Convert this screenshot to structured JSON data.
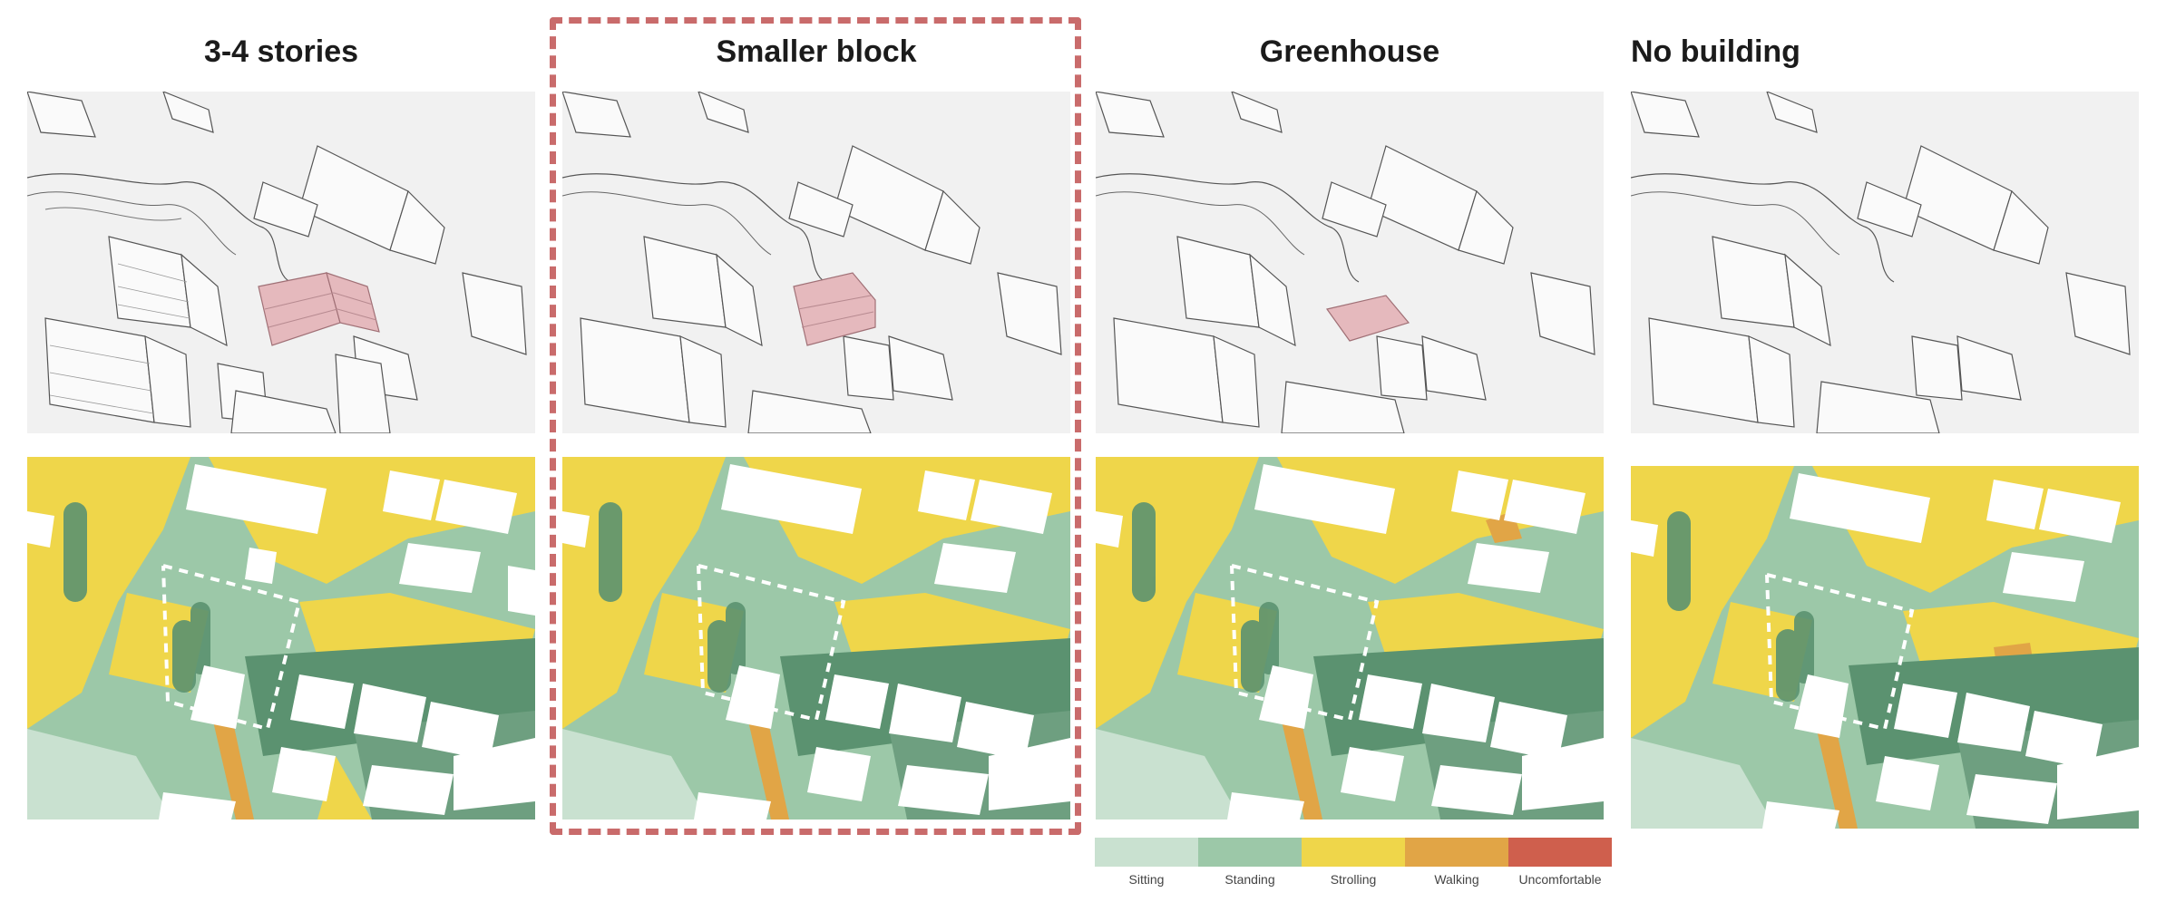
{
  "panels": [
    {
      "title": "3-4 stories"
    },
    {
      "title": "Smaller block"
    },
    {
      "title": "Greenhouse"
    },
    {
      "title": "No building"
    }
  ],
  "legend": [
    {
      "label": "Sitting",
      "color": "#c9e1d0"
    },
    {
      "label": "Standing",
      "color": "#9cc8a8"
    },
    {
      "label": "Strolling",
      "color": "#efd64a"
    },
    {
      "label": "Walking",
      "color": "#e1a546"
    },
    {
      "label": "Uncomfortable",
      "color": "#cf5f4d"
    }
  ],
  "colors": {
    "highlight_border": "#c96b6b",
    "proposed_building": "#e5b9bd",
    "existing_building": "#f7f7f7"
  }
}
